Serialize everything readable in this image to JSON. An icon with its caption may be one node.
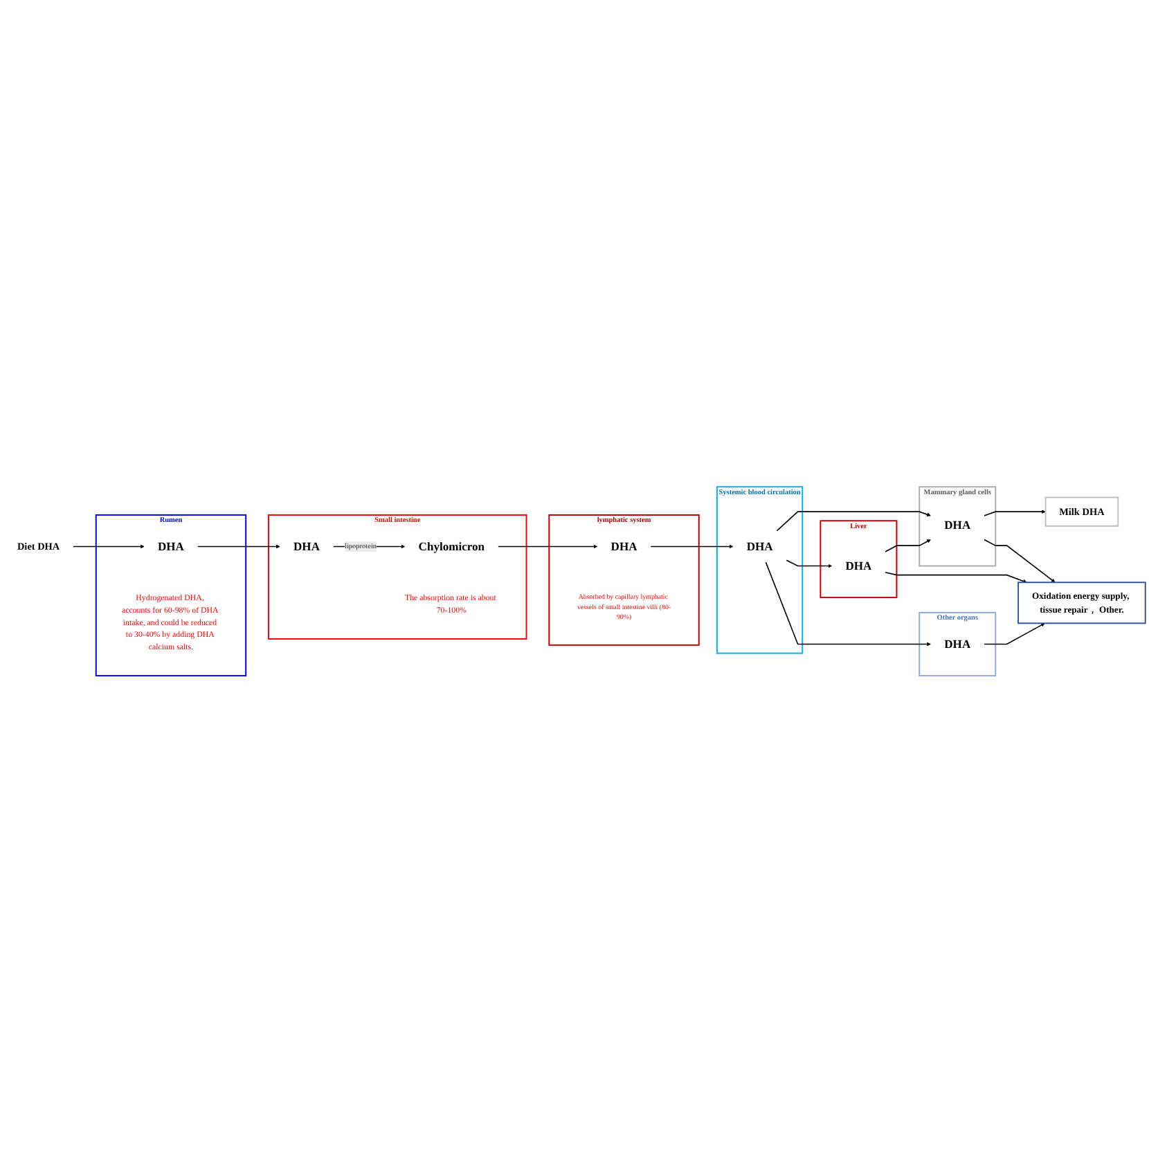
{
  "diagram": {
    "nodes": [
      {
        "text": [
          "Diet DHA"
        ]
      },
      {
        "text": [
          "Rumen"
        ]
      },
      {
        "text": [
          "DHA"
        ],
        "in": 1
      },
      {
        "text": [
          "Hydrogenated DHA, accounts for 60-98% of DHA intake, and could be reduced to 30-40% by adding DHA calcium salts."
        ],
        "in": 1
      },
      {
        "text": [
          "Small intestine"
        ]
      },
      {
        "text": [
          "DHA"
        ],
        "in": 4
      },
      {
        "text": [
          "Chylomicron"
        ],
        "in": 4
      },
      {
        "text": [
          "The absorption rate is about 70-100%"
        ],
        "in": 4
      },
      {
        "text": [
          "lymphatic system"
        ]
      },
      {
        "text": [
          "DHA"
        ],
        "in": 8
      },
      {
        "text": [
          "Absorbed by capillary lymphatic vessels of small intestine villi (80-90%)"
        ],
        "in": 8
      },
      {
        "text": [
          "Systemic blood circulation"
        ]
      },
      {
        "text": [
          "DHA"
        ],
        "in": 11
      },
      {
        "text": [
          "Mammary gland cells"
        ]
      },
      {
        "text": [
          "DHA"
        ],
        "in": 13
      },
      {
        "text": [
          "Milk DHA"
        ]
      },
      {
        "text": [
          "Liver"
        ]
      },
      {
        "text": [
          "DHA"
        ],
        "in": 16
      },
      {
        "text": [
          "Other organs"
        ]
      },
      {
        "text": [
          "DHA"
        ],
        "in": 18
      },
      {
        "text": [
          "Oxidation energy supply, tissue repair， Other."
        ]
      }
    ],
    "edges": [
      {
        "from": 0,
        "to": 2,
        "arrow": "to"
      },
      {
        "from": 2,
        "to": 5,
        "arrow": "to"
      },
      {
        "from": 5,
        "to": 6,
        "arrow": "to",
        "label": "lipoprotein"
      },
      {
        "from": 6,
        "to": 9,
        "arrow": "to"
      },
      {
        "from": 9,
        "to": 12,
        "arrow": "to"
      },
      {
        "from": 12,
        "to": 14,
        "arrow": "to"
      },
      {
        "from": 12,
        "to": 17,
        "arrow": "to"
      },
      {
        "from": 12,
        "to": 19,
        "arrow": "to"
      },
      {
        "from": 14,
        "to": 15,
        "arrow": "to"
      },
      {
        "from": 17,
        "to": 14,
        "arrow": "to"
      },
      {
        "from": 14,
        "to": 20,
        "arrow": "to"
      },
      {
        "from": 17,
        "to": 20,
        "arrow": "to"
      },
      {
        "from": 19,
        "to": 20,
        "arrow": "to"
      }
    ]
  }
}
